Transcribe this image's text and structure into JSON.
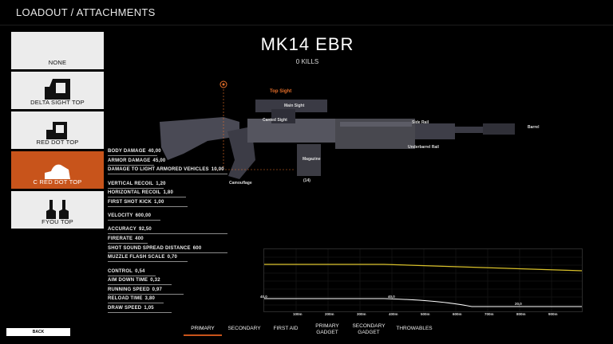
{
  "header": {
    "title": "LOADOUT / ATTACHMENTS"
  },
  "attachments": [
    {
      "label": "NONE",
      "icon": "none",
      "selected": false
    },
    {
      "label": "DELTA SIGHT TOP",
      "icon": "delta-sight-icon",
      "selected": false
    },
    {
      "label": "RED DOT TOP",
      "icon": "red-dot-icon",
      "selected": false
    },
    {
      "label": "C RED DOT TOP",
      "icon": "c-red-dot-icon",
      "selected": true
    },
    {
      "label": "FYOU TOP",
      "icon": "fyou-icon",
      "selected": false
    }
  ],
  "weapon": {
    "name": "MK14 EBR",
    "kills": "0 KILLS"
  },
  "callouts": {
    "top_sight": "Top Sight",
    "main_sight": "Main Sight",
    "canted_sight": "Canted Sight",
    "side_rail": "Side Rail",
    "barrel": "Barrel",
    "underbarrel_rail": "Underbarrel Rail",
    "magazine": "Magazine",
    "magazine_count": "(14)",
    "camouflage": "Camouflage"
  },
  "stats": [
    {
      "label": "BODY DAMAGE",
      "value": "40,00"
    },
    {
      "label": "ARMOR DAMAGE",
      "value": "45,00"
    },
    {
      "label": "DAMAGE TO LIGHT ARMORED VEHICLES",
      "value": "10,00"
    },
    {
      "label": "VERTICAL RECOIL",
      "value": "1,20"
    },
    {
      "label": "HORIZONTAL RECOIL",
      "value": "1,80"
    },
    {
      "label": "FIRST SHOT KICK",
      "value": "1,00"
    },
    {
      "label": "VELOCITY",
      "value": "600,00"
    },
    {
      "label": "ACCURACY",
      "value": "92,50"
    },
    {
      "label": "FIRERATE",
      "value": "400"
    },
    {
      "label": "SHOT SOUND SPREAD DISTANCE",
      "value": "600"
    },
    {
      "label": "MUZZLE FLASH SCALE",
      "value": "0,70"
    },
    {
      "label": "CONTROL",
      "value": "0,54"
    },
    {
      "label": "AIM DOWN TIME",
      "value": "0,32"
    },
    {
      "label": "RUNNING SPEED",
      "value": "0,97"
    },
    {
      "label": "RELOAD TIME",
      "value": "3,80"
    },
    {
      "label": "DRAW SPEED",
      "value": "1,05"
    }
  ],
  "graph": {
    "x_ticks": [
      "100m",
      "200m",
      "300m",
      "400m",
      "500m",
      "600m",
      "700m",
      "800m",
      "900m"
    ],
    "damage_labels": [
      "40,0",
      "40,0",
      "20,0"
    ]
  },
  "tabs": [
    {
      "label": "PRIMARY",
      "selected": true
    },
    {
      "label": "SECONDARY",
      "selected": false
    },
    {
      "label": "FIRST AID",
      "selected": false
    },
    {
      "label": "PRIMARY\nGADGET",
      "selected": false
    },
    {
      "label": "SECONDARY\nGADGET",
      "selected": false
    },
    {
      "label": "THROWABLES",
      "selected": false
    }
  ],
  "back_label": "BACK",
  "colors": {
    "accent": "#c8541b",
    "yellow_line": "#d9c12a",
    "white_line": "#ffffff"
  }
}
